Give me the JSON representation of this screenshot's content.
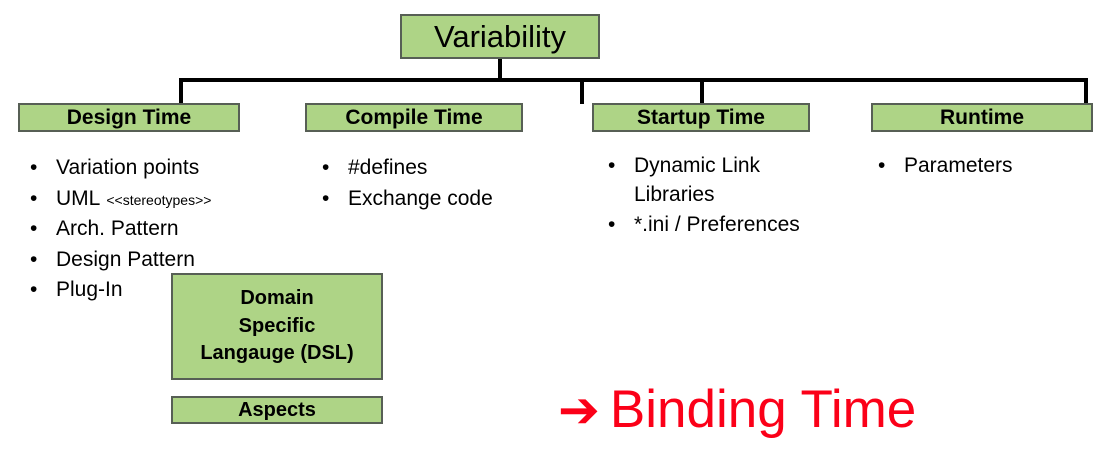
{
  "diagram": {
    "root": {
      "label": "Variability"
    },
    "branches": [
      {
        "id": "design-time",
        "label": "Design Time",
        "items": [
          {
            "text": "Variation points",
            "note": ""
          },
          {
            "text": "UML",
            "note": "<<stereotypes>>"
          },
          {
            "text": "Arch. Pattern",
            "note": ""
          },
          {
            "text": "Design Pattern",
            "note": ""
          },
          {
            "text": "Plug-In",
            "note": ""
          }
        ]
      },
      {
        "id": "compile-time",
        "label": "Compile Time",
        "items": [
          {
            "text": "#defines",
            "note": ""
          },
          {
            "text": "Exchange code",
            "note": ""
          }
        ]
      },
      {
        "id": "startup-time",
        "label": "Startup Time",
        "items": [
          {
            "text": "Dynamic Link Libraries",
            "note": ""
          },
          {
            "text": "*.ini / Preferences",
            "note": ""
          }
        ]
      },
      {
        "id": "runtime",
        "label": "Runtime",
        "items": [
          {
            "text": "Parameters",
            "note": ""
          }
        ]
      }
    ],
    "extra_boxes": [
      {
        "id": "dsl",
        "lines": [
          "Domain",
          "Specific",
          "Langauge (DSL)"
        ]
      },
      {
        "id": "aspects",
        "lines": [
          "Aspects"
        ]
      }
    ],
    "callout": {
      "arrow_icon": "➔",
      "label": "Binding Time"
    },
    "bullet_glyph": "•",
    "colors": {
      "box_fill": "#aed486",
      "box_border": "#575f55",
      "connector": "#000000",
      "callout_red": "#fb0018",
      "text": "#000000",
      "background": "#ffffff"
    }
  }
}
